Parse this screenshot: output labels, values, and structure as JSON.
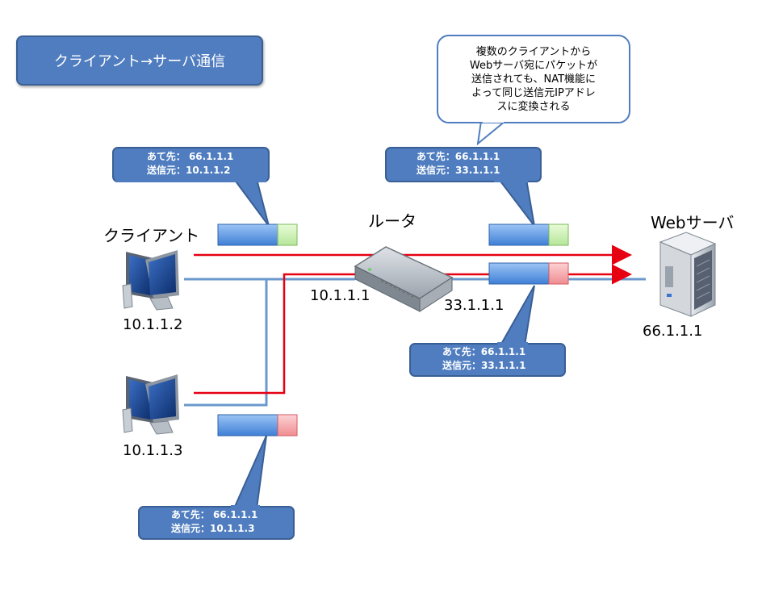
{
  "title": "クライアント→サーバ通信",
  "labels": {
    "client": "クライアント",
    "router": "ルータ",
    "server": "Webサーバ",
    "client1_ip": "10.1.1.2",
    "client2_ip": "10.1.1.3",
    "router_lan_ip": "10.1.1.1",
    "router_wan_ip": "33.1.1.1",
    "server_ip": "66.1.1.1"
  },
  "callouts": {
    "client1": {
      "dst": "あて先： 66.1.1.1",
      "src": "送信元：10.1.1.2"
    },
    "client2": {
      "dst": "あて先： 66.1.1.1",
      "src": "送信元：10.1.1.3"
    },
    "wan_upper": {
      "dst": "あて先：66.1.1.1",
      "src": "送信元：33.1.1.1"
    },
    "wan_lower": {
      "dst": "あて先：66.1.1.1",
      "src": "送信元：33.1.1.1"
    }
  },
  "note": {
    "line1": "複数のクライアントから",
    "line2": "Webサーバ宛にパケットが",
    "line3": "送信されても、NAT機能に",
    "line4": "よって同じ送信元IPアドレ",
    "line5": "スに変換される"
  },
  "colors": {
    "callout_fill": "#4f7dbf",
    "packet_blue": "#5b95e0",
    "packet_green": "#c8f0a8",
    "packet_red": "#f5a0a4",
    "arrow_red": "#e60012",
    "link_blue": "#6b98cc"
  }
}
